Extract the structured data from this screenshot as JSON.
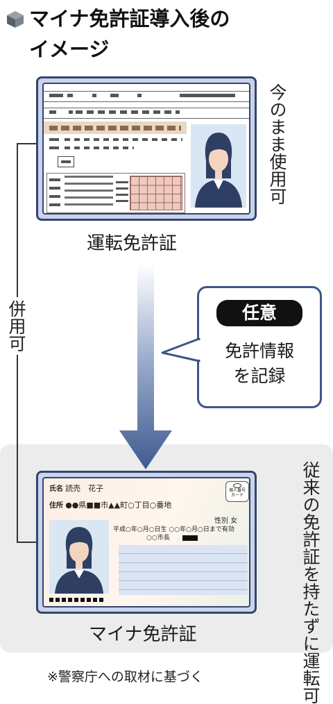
{
  "title": {
    "line1": "マイナ免許証導入後の",
    "line2": "イメージ"
  },
  "colors": {
    "card_border": "#34456e",
    "card_fill": "#c9d3ec",
    "arrow": "#3e5a8e",
    "lower_panel": "#ececec",
    "bubble_border": "#3b5589",
    "cell_pink": "#efc9c0",
    "brown_bar": "#8a6a4a"
  },
  "top_card": {
    "label": "運転免許証",
    "note": "今のまま使用可"
  },
  "side": {
    "label": "併用可"
  },
  "bubble": {
    "badge": "任意",
    "text_line1": "免許情報",
    "text_line2": "を記録"
  },
  "bottom_card": {
    "label": "マイナ免許証",
    "note": "従来の免許証を持たずに運転可",
    "name_key": "氏名",
    "name_value": "読売　花子",
    "address_key": "住所",
    "address_value": "●●県■■市▲▲町○丁目○番地",
    "gender_key": "性別",
    "gender_value": "女",
    "badge_text": "個人番号カード",
    "date_line": "平成○年○月○日生 ○○年○月○日まで有効",
    "mayor": "○○市長"
  },
  "source": "※警察庁への取材に基づく"
}
